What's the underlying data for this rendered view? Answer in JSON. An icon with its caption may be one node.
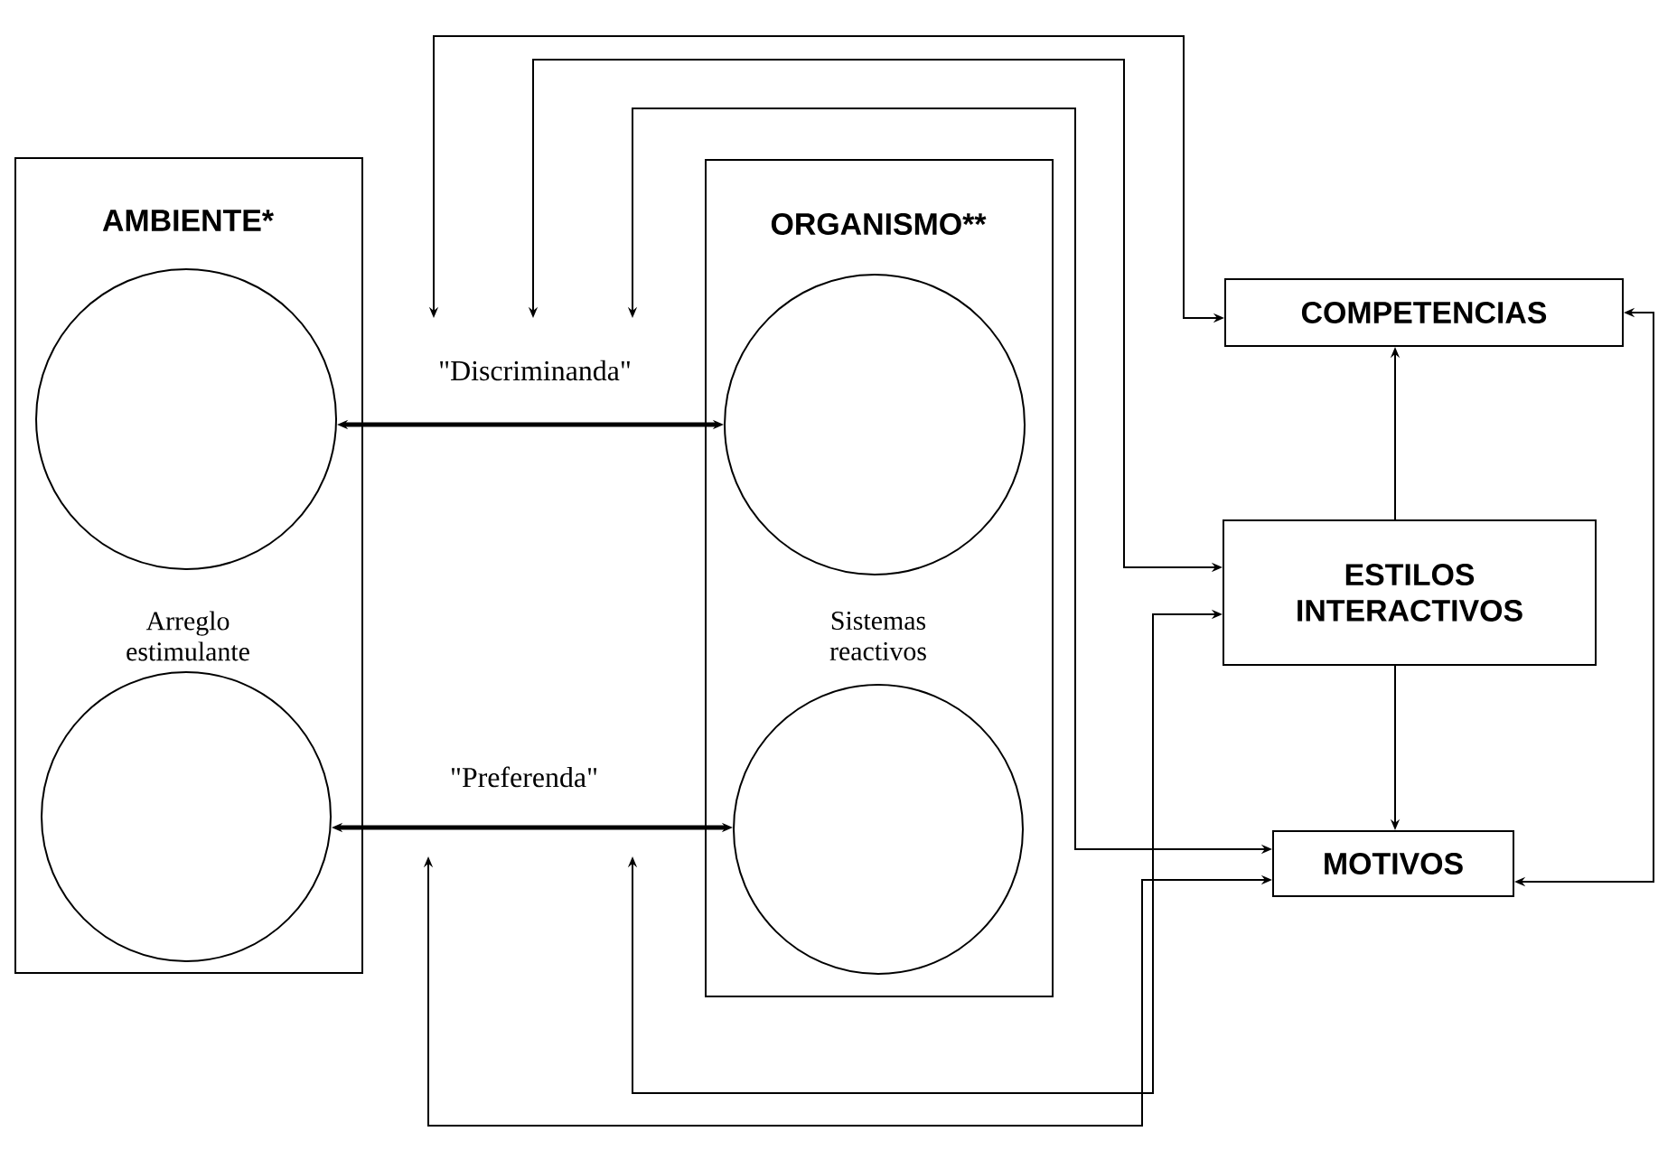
{
  "diagram": {
    "nodes": [
      {
        "text": [
          "AMBIENTE*",
          "Arreglo estimulante"
        ]
      },
      {
        "text": [],
        "shape": "circle",
        "in": 0
      },
      {
        "text": [],
        "shape": "circle",
        "in": 0
      },
      {
        "text": [
          "ORGANISMO**",
          "Sistemas reactivos"
        ]
      },
      {
        "text": [],
        "shape": "circle",
        "in": 3
      },
      {
        "text": [],
        "shape": "circle",
        "in": 3
      },
      {
        "text": [
          "COMPETENCIAS"
        ]
      },
      {
        "text": [
          "ESTILOS INTERACTIVOS"
        ]
      },
      {
        "text": [
          "MOTIVOS"
        ]
      }
    ],
    "edges": [
      {
        "from": 1,
        "to": 4,
        "arrow": "both",
        "style": "thick",
        "label": "\"Discriminanda\""
      },
      {
        "from": 2,
        "to": 5,
        "arrow": "both",
        "style": "thick",
        "label": "\"Preferenda\""
      },
      {
        "from": 6,
        "to": null,
        "arrow": "both"
      },
      {
        "from": 7,
        "to": null,
        "arrow": "both"
      },
      {
        "from": 8,
        "to": null,
        "arrow": "both"
      },
      {
        "from": 8,
        "to": null,
        "arrow": "both"
      },
      {
        "from": 7,
        "to": null,
        "arrow": "both"
      },
      {
        "from": 6,
        "to": 8,
        "arrow": "both"
      },
      {
        "from": 7,
        "to": 6,
        "arrow": "to"
      },
      {
        "from": 7,
        "to": 8,
        "arrow": "to"
      }
    ]
  }
}
